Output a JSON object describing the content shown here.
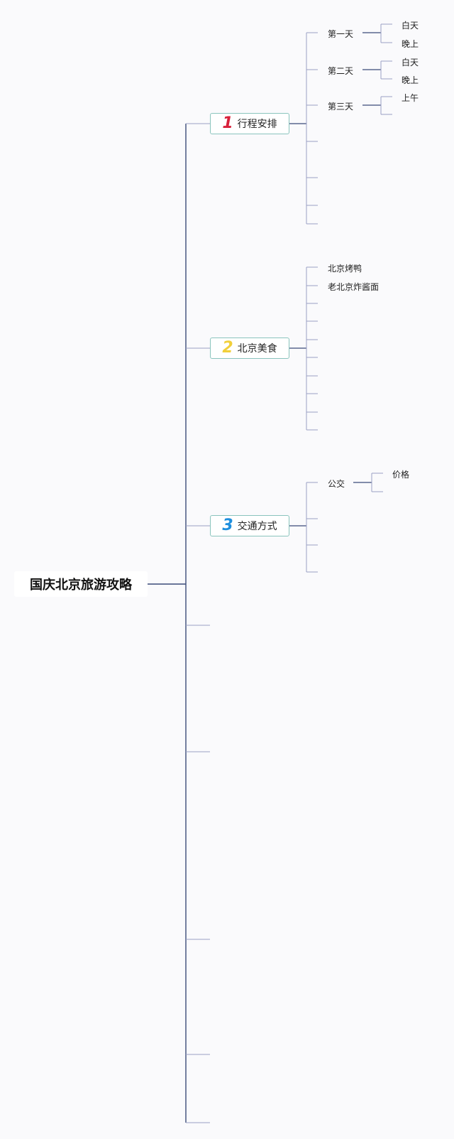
{
  "root": {
    "label": "国庆北京旅游攻略"
  },
  "branches": [
    {
      "number": "1",
      "color": "#d8203a",
      "label": "行程安排",
      "children": [
        {
          "label": "第一天",
          "children": [
            {
              "label": "白天"
            },
            {
              "label": "晚上"
            }
          ]
        },
        {
          "label": "第二天",
          "children": [
            {
              "label": "白天"
            },
            {
              "label": "晚上"
            }
          ]
        },
        {
          "label": "第三天",
          "children": [
            {
              "label": "上午"
            }
          ]
        }
      ]
    },
    {
      "number": "2",
      "color": "#f1cf3a",
      "label": "北京美食",
      "children": [
        {
          "label": "北京烤鸭"
        },
        {
          "label": "老北京炸酱面"
        }
      ]
    },
    {
      "number": "3",
      "color": "#1e8fde",
      "label": "交通方式",
      "children": [
        {
          "label": "公交",
          "children": [
            {
              "label": "价格"
            }
          ]
        }
      ]
    }
  ]
}
